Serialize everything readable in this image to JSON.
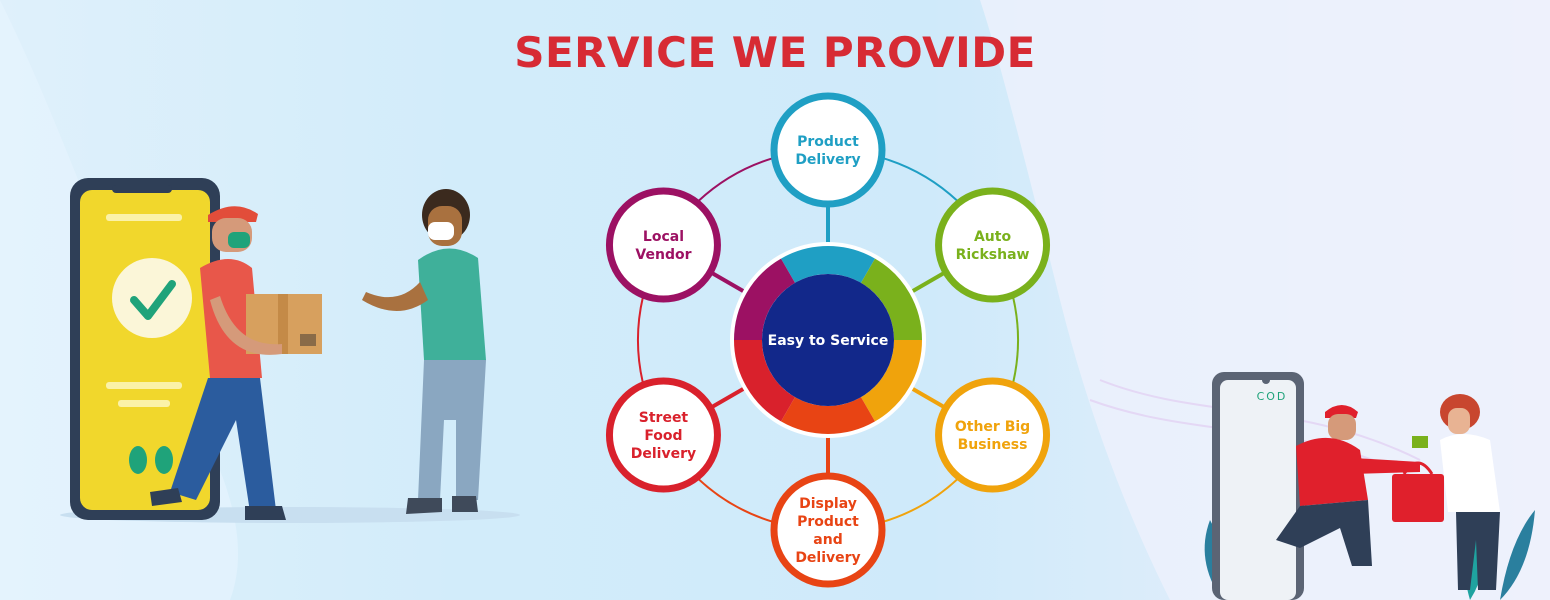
{
  "title": "SERVICE WE PROVIDE",
  "colors": {
    "title": "#d72b34",
    "hub_fill": "#12288a",
    "hub_ring_outer": "#ffffff"
  },
  "hub": {
    "label": "Easy to Service"
  },
  "services": [
    {
      "lines": [
        "Product",
        "Delivery"
      ],
      "color": "#1f9fc4"
    },
    {
      "lines": [
        "Auto",
        "Rickshaw"
      ],
      "color": "#7ab11c"
    },
    {
      "lines": [
        "Other Big",
        "Business"
      ],
      "color": "#f0a30c"
    },
    {
      "lines": [
        "Display",
        "Product",
        "and",
        "Delivery"
      ],
      "color": "#e84414"
    },
    {
      "lines": [
        "Street",
        "Food",
        "Delivery"
      ],
      "color": "#d9212c"
    },
    {
      "lines": [
        "Local",
        "Vendor"
      ],
      "color": "#9c1163"
    }
  ],
  "illustrations": {
    "phone_badge": "COD"
  }
}
